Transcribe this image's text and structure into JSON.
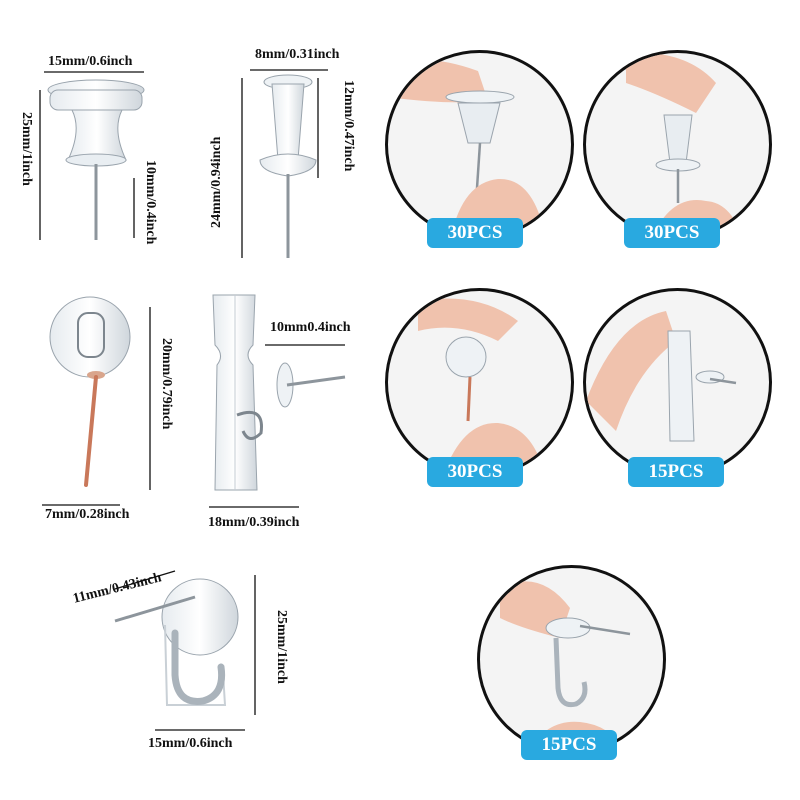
{
  "dimensions": {
    "push_pin_large_width": "15mm/0.6inch",
    "push_pin_large_height": "25mm/1inch",
    "push_pin_large_needle": "10mm/0.4inch",
    "push_pin_tall_width": "8mm/0.31inch",
    "push_pin_tall_height": "24mm/0.94inch",
    "push_pin_tall_head": "12mm/0.47inch",
    "ball_pin_height": "20mm/0.79inch",
    "ball_pin_width": "7mm/0.28inch",
    "clip_pin_needle": "10mm0.4inch",
    "clip_pin_width": "18mm/0.39inch",
    "hook_pin_needle": "11mm/0.43inch",
    "hook_pin_height": "25mm/1inch",
    "hook_pin_width": "15mm/0.6inch"
  },
  "quantities": {
    "photo1": "30PCS",
    "photo2": "30PCS",
    "photo3": "30PCS",
    "photo4": "15PCS",
    "photo5": "15PCS"
  },
  "colors": {
    "badge": "#29a9e0",
    "copper_needle": "#c9785a",
    "skin": "#f0c2ad"
  }
}
